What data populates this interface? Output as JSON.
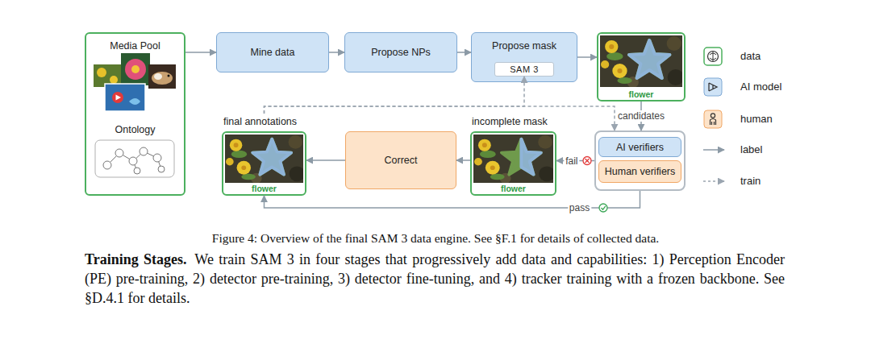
{
  "diagram": {
    "caption": "Figure 4: Overview of the final SAM 3 data engine. See §F.1 for details of collected data.",
    "nodes": [
      {
        "text": [
          "Media Pool",
          "Ontology"
        ]
      },
      {
        "text": [
          "Mine data"
        ]
      },
      {
        "text": [
          "Propose NPs"
        ]
      },
      {
        "text": [
          "Propose mask"
        ]
      },
      {
        "text": [
          "SAM 3"
        ],
        "in": 3
      },
      {
        "text": [
          "flower"
        ]
      },
      {
        "text": [
          "final annotations",
          "flower"
        ]
      },
      {
        "text": [
          "Correct"
        ]
      },
      {
        "text": [
          "incomplete mask",
          "flower"
        ]
      },
      {
        "text": []
      },
      {
        "text": [
          "AI verifiers"
        ],
        "in": 9
      },
      {
        "text": [
          "Human verifiers"
        ],
        "in": 9
      }
    ],
    "edges": [
      {
        "from": 0,
        "to": 1,
        "arrow": "to"
      },
      {
        "from": 1,
        "to": 2,
        "arrow": "to"
      },
      {
        "from": 2,
        "to": 3,
        "arrow": "to"
      },
      {
        "from": 3,
        "to": 5,
        "arrow": "to"
      },
      {
        "from": 5,
        "to": 9,
        "label": "candidates",
        "arrow": "to"
      },
      {
        "from": 9,
        "to": 8,
        "label": "fail",
        "arrow": "to"
      },
      {
        "from": 8,
        "to": 7,
        "arrow": "to"
      },
      {
        "from": 7,
        "to": 6,
        "arrow": "to"
      },
      {
        "from": 9,
        "to": 6,
        "label": "pass",
        "arrow": "to"
      },
      {
        "from": 6,
        "to": 4,
        "arrow": "to"
      },
      {
        "from": 6,
        "to": 9,
        "arrow": "to"
      }
    ],
    "labels": [
      "Training Stages.",
      "We train SAM 3 in four stages that progressively add data and capabilities: 1) Perception Encoder (PE) pre-training, 2) detector pre-training, 3) detector fine-tuning, and 4) tracker training with a frozen backbone. See §D.4.1 for details."
    ],
    "legend": [
      {
        "text": "data"
      },
      {
        "text": "AI model"
      },
      {
        "text": "human"
      },
      {
        "text": "label"
      },
      {
        "text": "train"
      }
    ]
  }
}
